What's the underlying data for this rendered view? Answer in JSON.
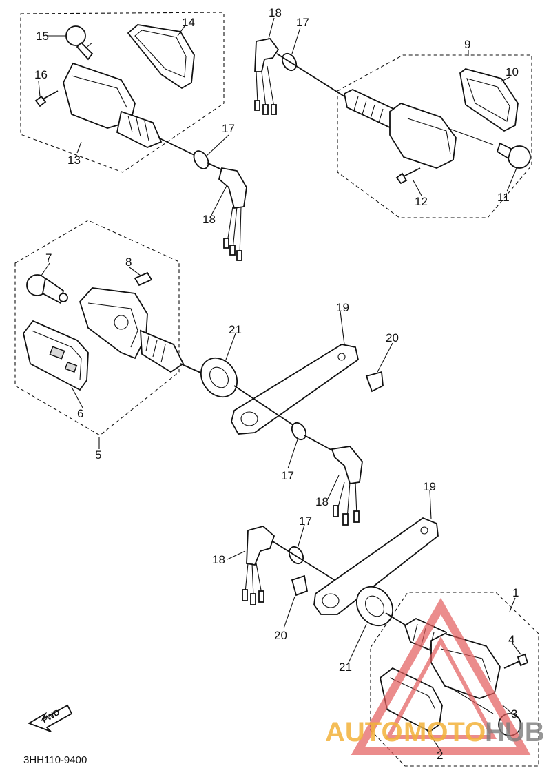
{
  "diagram": {
    "drawing_code": "3HH110-9400",
    "fwd_label": "FWD",
    "watermark": {
      "part_a": "AUTO",
      "part_b": "MOTO",
      "part_c": "HUB"
    },
    "part_numbers": {
      "p1": "1",
      "p2": "2",
      "p3": "3",
      "p4": "4",
      "p5": "5",
      "p6": "6",
      "p7": "7",
      "p8": "8",
      "p9": "9",
      "p10": "10",
      "p11": "11",
      "p12": "12",
      "p13": "13",
      "p14": "14",
      "p15": "15",
      "p16": "16",
      "p17": "17",
      "p18": "18",
      "p19": "19",
      "p20": "20",
      "p21": "21"
    }
  }
}
